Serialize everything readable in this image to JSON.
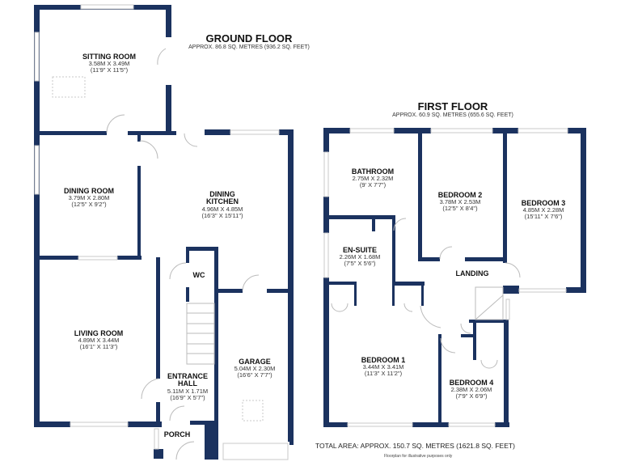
{
  "ground_floor": {
    "title": "GROUND FLOOR",
    "area": "APPROX. 86.8 SQ. METRES (936.2 SQ. FEET)",
    "rooms": [
      {
        "name": "SITTING ROOM",
        "dims": "3.58M X 3.49M",
        "imperial": "(11'9\" X 11'5\")"
      },
      {
        "name": "DINING ROOM",
        "dims": "3.79M X 2.80M",
        "imperial": "(12'5\" X 9'2\")"
      },
      {
        "name": "DINING KITCHEN",
        "dims": "4.96M X 4.85M",
        "imperial": "(16'3\" X 15'11\")"
      },
      {
        "name": "WC"
      },
      {
        "name": "LIVING ROOM",
        "dims": "4.89M X 3.44M",
        "imperial": "(16'1\" X 11'3\")"
      },
      {
        "name": "ENTRANCE HALL",
        "dims": "5.11M X 1.71M",
        "imperial": "(16'9\" X 5'7\")"
      },
      {
        "name": "GARAGE",
        "dims": "5.04M X 2.30M",
        "imperial": "(16'6\" X 7'7\")"
      },
      {
        "name": "PORCH"
      }
    ]
  },
  "first_floor": {
    "title": "FIRST FLOOR",
    "area": "APPROX. 60.9 SQ. METRES (655.6 SQ. FEET)",
    "rooms": [
      {
        "name": "BATHROOM",
        "dims": "2.75M X 2.32M",
        "imperial": "(9' X 7'7\")"
      },
      {
        "name": "BEDROOM 2",
        "dims": "3.78M X 2.53M",
        "imperial": "(12'5\" X 8'4\")"
      },
      {
        "name": "BEDROOM 3",
        "dims": "4.85M X 2.28M",
        "imperial": "(15'11\" X 7'6\")"
      },
      {
        "name": "EN-SUITE",
        "dims": "2.26M X 1.68M",
        "imperial": "(7'5\" X 5'6\")"
      },
      {
        "name": "LANDING"
      },
      {
        "name": "BEDROOM 1",
        "dims": "3.44M X 3.41M",
        "imperial": "(11'3\" X 11'2\")"
      },
      {
        "name": "BEDROOM 4",
        "dims": "2.38M X 2.06M",
        "imperial": "(7'9\" X 6'9\")"
      }
    ]
  },
  "total_area": "TOTAL AREA: APPROX. 150.7 SQ. METRES (1621.8 SQ. FEET)",
  "disclaimer": "Floorplan for illustrative purposes only",
  "colors": {
    "wall": "#1b325f"
  }
}
